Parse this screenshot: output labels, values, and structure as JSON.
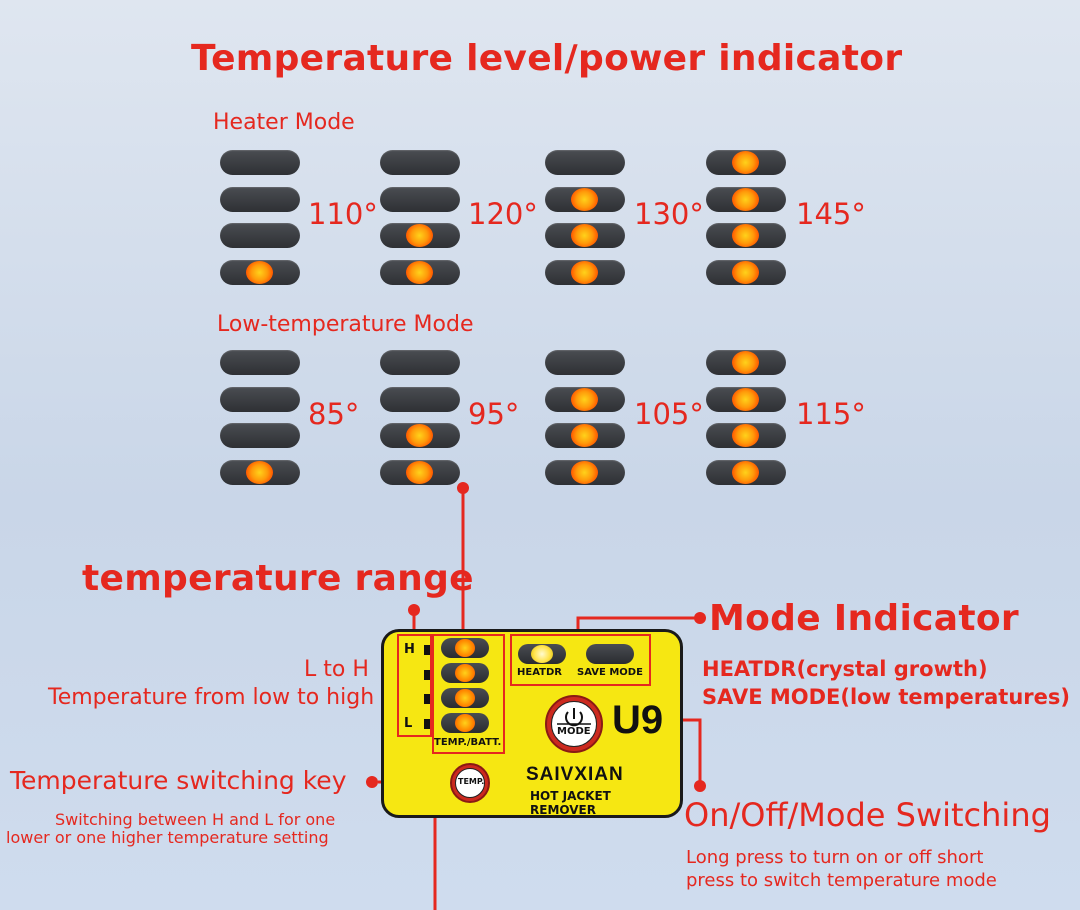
{
  "title": "Temperature level/power indicator",
  "heater_mode": {
    "label": "Heater Mode",
    "levels": [
      {
        "temp": "110°",
        "lit_count": 1
      },
      {
        "temp": "120°",
        "lit_count": 2
      },
      {
        "temp": "130°",
        "lit_count": 3
      },
      {
        "temp": "145°",
        "lit_count": 4
      }
    ]
  },
  "low_temp_mode": {
    "label": "Low-temperature Mode",
    "levels": [
      {
        "temp": "85°",
        "lit_count": 1
      },
      {
        "temp": "95°",
        "lit_count": 2
      },
      {
        "temp": "105°",
        "lit_count": 3
      },
      {
        "temp": "115°",
        "lit_count": 4
      }
    ]
  },
  "temperature_range": {
    "title": "temperature range",
    "l_to_h": "L to H",
    "desc": "Temperature from low to high"
  },
  "mode_indicator": {
    "title": "Mode Indicator",
    "line1": "HEATDR(crystal growth)",
    "line2": "SAVE MODE(low temperatures)"
  },
  "temp_switch": {
    "title": "Temperature switching key",
    "desc1": "Switching between H and L for one",
    "desc2": "lower or one higher temperature setting"
  },
  "onoff": {
    "title": "On/Off/Mode Switching",
    "desc1": "Long press to turn on or off short",
    "desc2": "press to switch temperature mode"
  },
  "device": {
    "h_label": "H",
    "l_label": "L",
    "temp_batt_label": "TEMP./BATT.",
    "heatdr_label": "HEATDR",
    "save_mode_label": "SAVE MODE",
    "mode_button_label": "MODE",
    "model": "U9",
    "brand": "SAIVXIAN",
    "product": "HOT JACKET REMOVER",
    "temp_button_label": "TEMP.",
    "level_lit": 4
  },
  "colors": {
    "accent_red": "#e5281f",
    "device_yellow": "#f6e712",
    "led_off": "#3a3c40",
    "led_on": "#ff8a00"
  }
}
